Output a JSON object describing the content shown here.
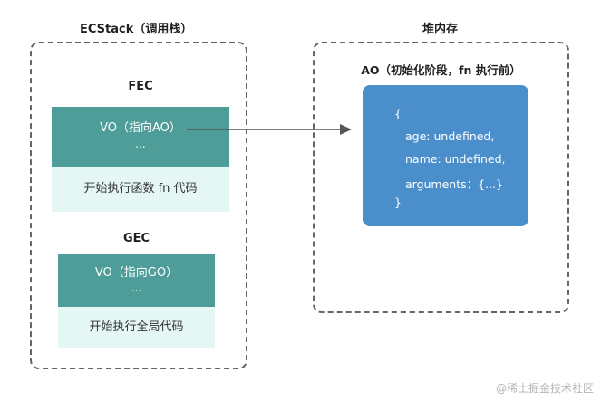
{
  "ecstack": {
    "title": "ECStack（调用栈）",
    "fec": {
      "label": "FEC",
      "vo_line": "VO（指向AO）",
      "ellipsis": "...",
      "exec_text": "开始执行函数 fn 代码"
    },
    "gec": {
      "label": "GEC",
      "vo_line": "VO（指向GO）",
      "ellipsis": "...",
      "exec_text": "开始执行全局代码"
    }
  },
  "heap": {
    "title": "堆内存",
    "ao_title": "AO（初始化阶段，fn 执行前）",
    "ao_lines": [
      "{",
      "age: undefined,",
      "name: undefined,",
      "arguments：{...}",
      "}"
    ]
  },
  "watermark": "@稀土掘金技术社区",
  "colors": {
    "vo_fill": "#4f9d99",
    "exec_fill": "#e4f7f4",
    "ao_fill": "#4a8fcb",
    "arrow": "#555555"
  }
}
